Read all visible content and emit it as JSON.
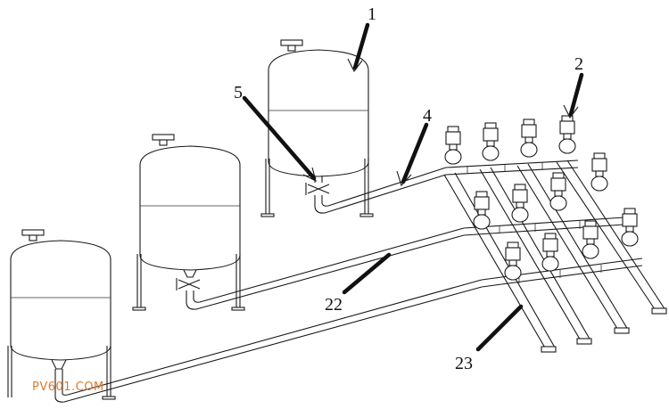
{
  "labels": {
    "l1": "1",
    "l2": "2",
    "l4": "4",
    "l5": "5",
    "l22": "22",
    "l23": "23"
  },
  "watermark": "PV601.COM",
  "colors": {
    "line": "#1a1a1a",
    "watermark": "#e07a2a",
    "background": "#ffffff"
  }
}
